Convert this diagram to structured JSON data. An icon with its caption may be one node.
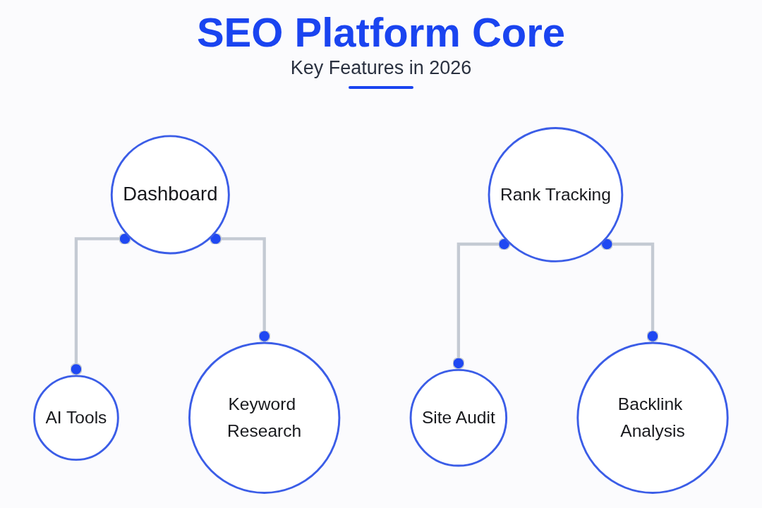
{
  "diagram": {
    "title": "SEO Platform Core",
    "nodes": [
      {
        "text": [
          "Dashboard"
        ]
      },
      {
        "text": [
          "AI Tools"
        ]
      },
      {
        "text": [
          "Keyword Research"
        ]
      },
      {
        "text": [
          "Site Audit"
        ]
      },
      {
        "text": [
          "Rank Tracking"
        ]
      },
      {
        "text": [
          "Backlink Analysis"
        ]
      }
    ],
    "edges": [
      {
        "from": 0,
        "to": 1,
        "arrow": "other"
      },
      {
        "from": 0,
        "to": 2,
        "arrow": "other"
      },
      {
        "from": 4,
        "to": 3,
        "arrow": "other"
      },
      {
        "from": 4,
        "to": 5,
        "arrow": "other"
      }
    ],
    "labels": [
      "Key Features in 2026"
    ]
  }
}
